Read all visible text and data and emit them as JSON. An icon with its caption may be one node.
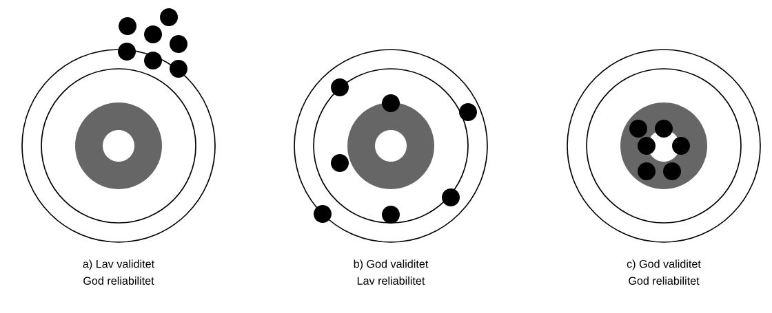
{
  "diagram": {
    "labels": [
      "a) Lav validitet",
      "God reliabilitet",
      "b) God validitet",
      "Lav reliabilitet",
      "c) God validitet",
      "God reliabilitet"
    ]
  }
}
